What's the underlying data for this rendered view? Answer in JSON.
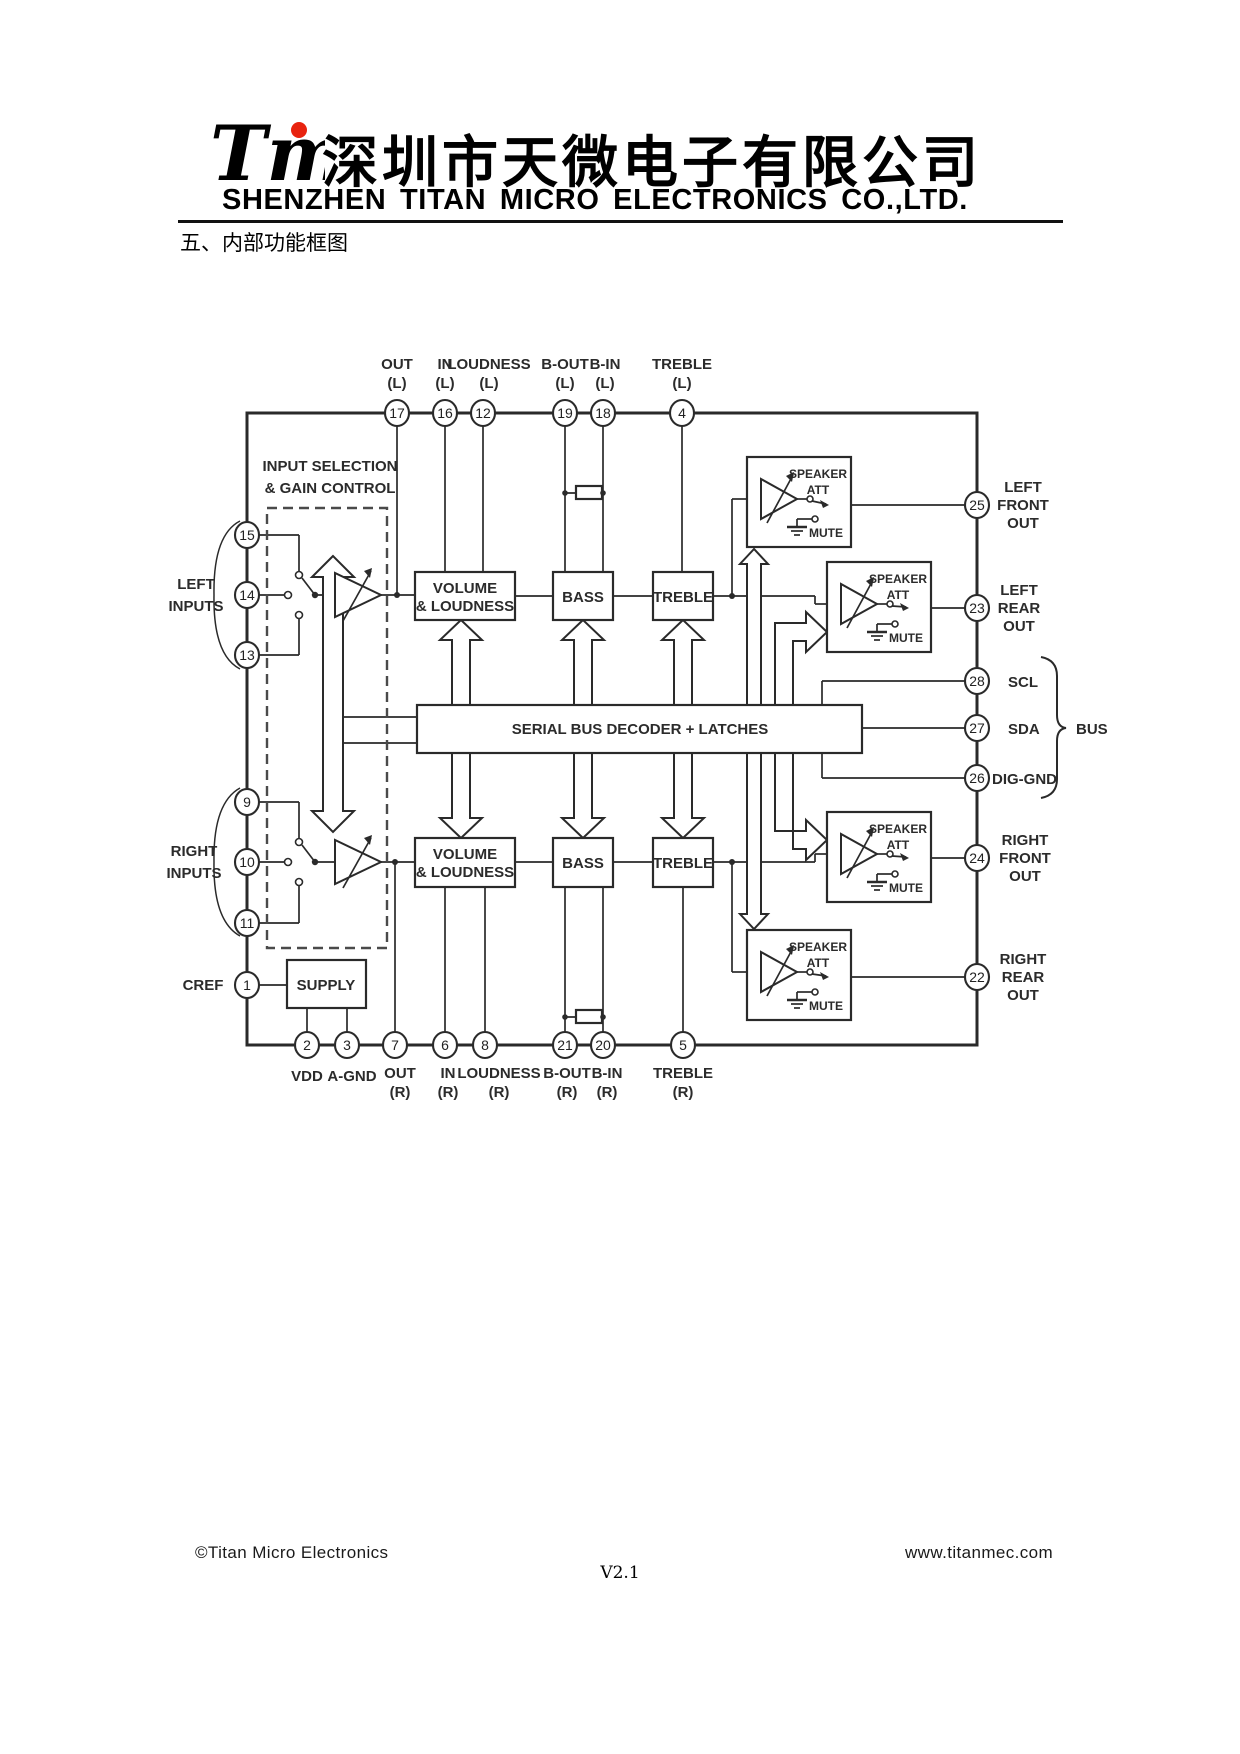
{
  "header": {
    "logo": "Tm",
    "logo_dot_color": "#e8230f",
    "company_cn": "深圳市天微电子有限公司",
    "company_en": "SHENZHEN TITAN MICRO ELECTRONICS CO.,LTD."
  },
  "section_title": "五、内部功能框图",
  "footer": {
    "copyright": "©Titan Micro Electronics",
    "website": "www.titanmec.com",
    "version": "V2.1"
  },
  "diagram": {
    "blocks": {
      "input_selection": {
        "line1": "INPUT SELECTION",
        "line2": "& GAIN CONTROL"
      },
      "volume_l": {
        "line1": "VOLUME",
        "line2": "& LOUDNESS"
      },
      "volume_r": {
        "line1": "VOLUME",
        "line2": "& LOUDNESS"
      },
      "bass_l": "BASS",
      "bass_r": "BASS",
      "treble_l": "TREBLE",
      "treble_r": "TREBLE",
      "serial_bus_decoder": "SERIAL BUS DECODER + LATCHES",
      "supply": "SUPPLY",
      "speaker_att": {
        "line1": "SPEAKER",
        "line2": "ATT"
      },
      "mute": "MUTE"
    },
    "labels": {
      "left_inputs": {
        "line1": "LEFT",
        "line2": "INPUTS"
      },
      "right_inputs": {
        "line1": "RIGHT",
        "line2": "INPUTS"
      },
      "cref": "CREF",
      "bus": "BUS"
    },
    "pins": {
      "top": [
        {
          "num": "17",
          "name": "OUT",
          "ch": "(L)"
        },
        {
          "num": "16",
          "name": "IN",
          "ch": "(L)"
        },
        {
          "num": "12",
          "name": "LOUDNESS",
          "ch": "(L)"
        },
        {
          "num": "19",
          "name": "B-OUT",
          "ch": "(L)"
        },
        {
          "num": "18",
          "name": "B-IN",
          "ch": "(L)"
        },
        {
          "num": "4",
          "name": "TREBLE",
          "ch": "(L)"
        }
      ],
      "bottom": [
        {
          "num": "2",
          "name": "VDD"
        },
        {
          "num": "3",
          "name": "A-GND"
        },
        {
          "num": "7",
          "name": "OUT",
          "ch": "(R)"
        },
        {
          "num": "6",
          "name": "IN",
          "ch": "(R)"
        },
        {
          "num": "8",
          "name": "LOUDNESS",
          "ch": "(R)"
        },
        {
          "num": "21",
          "name": "B-OUT",
          "ch": "(R)"
        },
        {
          "num": "20",
          "name": "B-IN",
          "ch": "(R)"
        },
        {
          "num": "5",
          "name": "TREBLE",
          "ch": "(R)"
        }
      ],
      "left": [
        {
          "num": "15"
        },
        {
          "num": "14"
        },
        {
          "num": "13"
        },
        {
          "num": "9"
        },
        {
          "num": "10"
        },
        {
          "num": "11"
        },
        {
          "num": "1"
        }
      ],
      "right": [
        {
          "num": "25",
          "l1": "LEFT",
          "l2": "FRONT",
          "l3": "OUT"
        },
        {
          "num": "23",
          "l1": "LEFT",
          "l2": "REAR",
          "l3": "OUT"
        },
        {
          "num": "28",
          "l1": "SCL"
        },
        {
          "num": "27",
          "l1": "SDA"
        },
        {
          "num": "26",
          "l1": "DIG-GND"
        },
        {
          "num": "24",
          "l1": "RIGHT",
          "l2": "FRONT",
          "l3": "OUT"
        },
        {
          "num": "22",
          "l1": "RIGHT",
          "l2": "REAR",
          "l3": "OUT"
        }
      ]
    }
  }
}
